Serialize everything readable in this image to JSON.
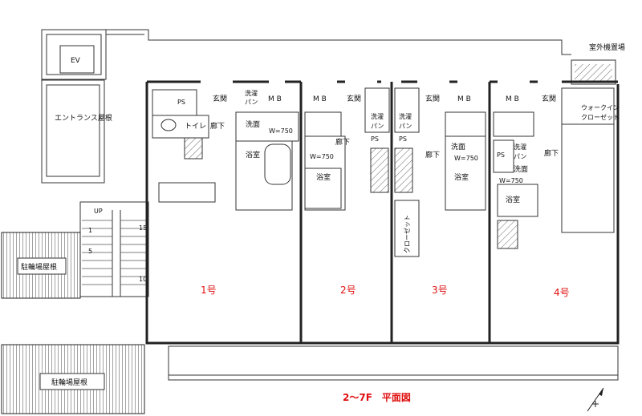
{
  "labels": {
    "ev": "EV",
    "entrance_roof": "エントランス屋根",
    "parking_roof_1": "駐輪場屋根",
    "parking_roof_2": "駐輪場屋根",
    "up": "UP",
    "outdoor_unit": "室外機置場",
    "walk_in_closet_1": "ウォークイン",
    "walk_in_closet_2": "クローゼット",
    "closet_vertical": "クローゼット",
    "ps": "PS",
    "genkan": "玄関",
    "mb": "M B",
    "sentaku_1": "洗濯",
    "sentaku_2": "パン",
    "toilet": "トイレ",
    "rouka": "廊下",
    "senmen": "洗面",
    "yokushitsu": "浴室",
    "w750": "W=750",
    "stair_15": "15",
    "stair_10": "10",
    "stair_5": "5",
    "stair_1": "1"
  },
  "units": {
    "u1": "1号",
    "u2": "2号",
    "u3": "3号",
    "u4": "4号"
  },
  "caption": "2〜7F　平面図",
  "colors": {
    "unit_label": "#e01010",
    "caption": "#e01010",
    "wall": "#222222"
  }
}
